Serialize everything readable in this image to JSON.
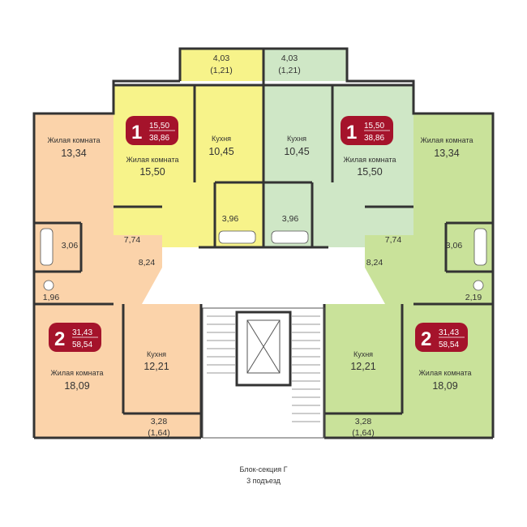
{
  "colors": {
    "one_room_left": "#f7f38a",
    "one_room_right": "#cfe7c6",
    "two_room_left": "#fbd3aa",
    "two_room_right": "#c9e29a",
    "badge": "#a5132b",
    "walls": "#333333"
  },
  "apartments": {
    "top_left": {
      "badge_rooms": "1",
      "badge_living": "15,50",
      "badge_total": "38,86",
      "balcony_area": "4,03",
      "balcony_reduced": "(1,21)",
      "kitchen_label": "Кухня",
      "kitchen_area": "10,45",
      "room_label": "Жилая комната",
      "room_area": "15,50",
      "bath_area": "3,96",
      "hall_area": "7,74"
    },
    "top_right": {
      "badge_rooms": "1",
      "badge_living": "15,50",
      "badge_total": "38,86",
      "balcony_area": "4,03",
      "balcony_reduced": "(1,21)",
      "kitchen_label": "Кухня",
      "kitchen_area": "10,45",
      "room_label": "Жилая комната",
      "room_area": "15,50",
      "bath_area": "3,96",
      "hall_area": "7,74"
    },
    "left": {
      "badge_rooms": "2",
      "badge_living": "31,43",
      "badge_total": "58,54",
      "room1_label": "Жилая комната",
      "room1_area": "13,34",
      "room2_label": "Жилая комната",
      "room2_area": "18,09",
      "bath_area": "3,06",
      "wc_area": "1,96",
      "hall_area": "8,24",
      "kitchen_label": "Кухня",
      "kitchen_area": "12,21",
      "balcony_area": "3,28",
      "balcony_reduced": "(1,64)"
    },
    "right": {
      "badge_rooms": "2",
      "badge_living": "31,43",
      "badge_total": "58,54",
      "room1_label": "Жилая комната",
      "room1_area": "13,34",
      "room2_label": "Жилая комната",
      "room2_area": "18,09",
      "bath_area": "3,06",
      "wc_area": "2,19",
      "hall_area": "8,24",
      "kitchen_label": "Кухня",
      "kitchen_area": "12,21",
      "balcony_area": "3,28",
      "balcony_reduced": "(1,64)"
    }
  },
  "caption": {
    "line1": "Блок-секция Г",
    "line2": "3 подъезд"
  }
}
